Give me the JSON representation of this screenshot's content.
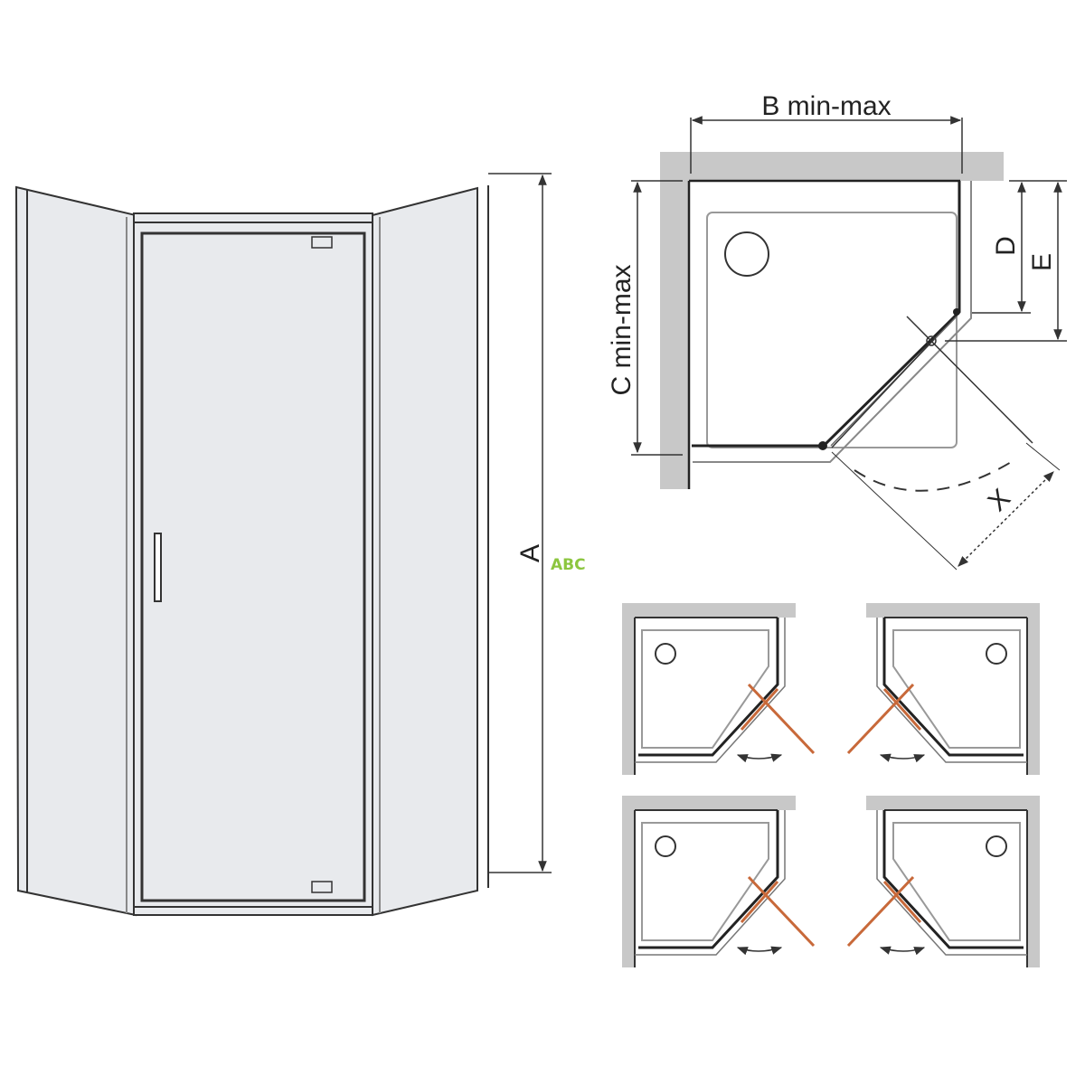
{
  "labels": {
    "height": "A",
    "width": "B min-max",
    "depth": "C min-max",
    "d": "D",
    "e": "E",
    "x": "X"
  },
  "watermark": "ABC",
  "colors": {
    "line": "#333333",
    "wall": "#c8c8c8",
    "door_swing": "#c8693a",
    "watermark": "#8cc63f"
  }
}
